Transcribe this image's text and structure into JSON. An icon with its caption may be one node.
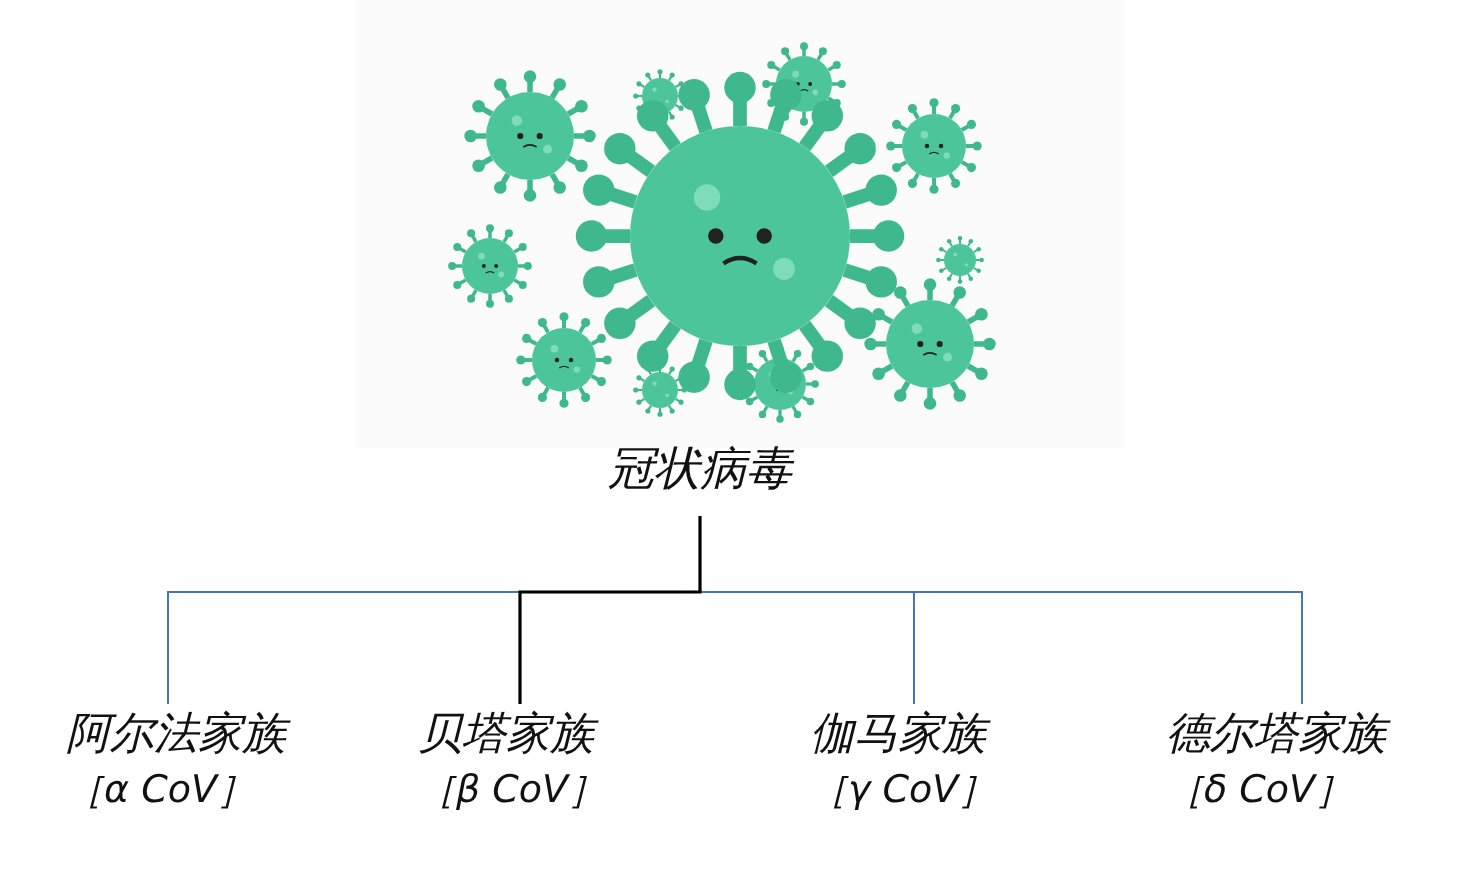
{
  "diagram": {
    "nodes": [
      {
        "text": [
          "冠状病毒"
        ]
      },
      {
        "text": [
          "阿尔法家族",
          "［α CoV］"
        ]
      },
      {
        "text": [
          "贝塔家族",
          "［β CoV］"
        ]
      },
      {
        "text": [
          "伽马家族",
          "［γ CoV］"
        ]
      },
      {
        "text": [
          "德尔塔家族",
          "［δ CoV］"
        ]
      }
    ],
    "edges": [
      {
        "from": 0,
        "to": 1,
        "arrow": "none"
      },
      {
        "from": 0,
        "to": 2,
        "arrow": "none",
        "color": "#000000"
      },
      {
        "from": 0,
        "to": 3,
        "arrow": "none"
      },
      {
        "from": 0,
        "to": 4,
        "arrow": "none"
      }
    ]
  }
}
